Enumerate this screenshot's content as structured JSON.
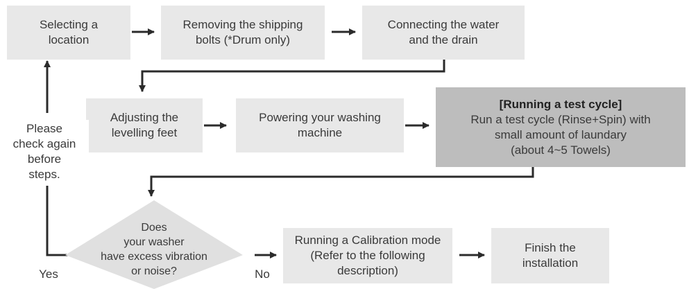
{
  "steps": {
    "location": "Selecting a\nlocation",
    "bolts": "Removing the shipping\nbolts (*Drum only)",
    "water": "Connecting the water\nand the drain",
    "feet": "Adjusting the\nlevelling feet",
    "power": "Powering your washing\nmachine",
    "test_title": "[Running a test cycle]",
    "test_body": "Run a test cycle (Rinse+Spin) with\nsmall amount of laundary\n(about 4~5 Towels)",
    "calibration": "Running a Calibration mode\n(Refer to the following\ndescription)",
    "finish": "Finish the\ninstallation"
  },
  "decision": {
    "question": "Does\nyour washer\nhave excess vibration\nor noise?",
    "yes": "Yes",
    "no": "No"
  },
  "side_note": "Please\ncheck again\nbefore\nsteps.",
  "colors": {
    "box": "#e8e8e8",
    "highlight_box": "#bdbdbd",
    "line": "#2b2b2b"
  }
}
